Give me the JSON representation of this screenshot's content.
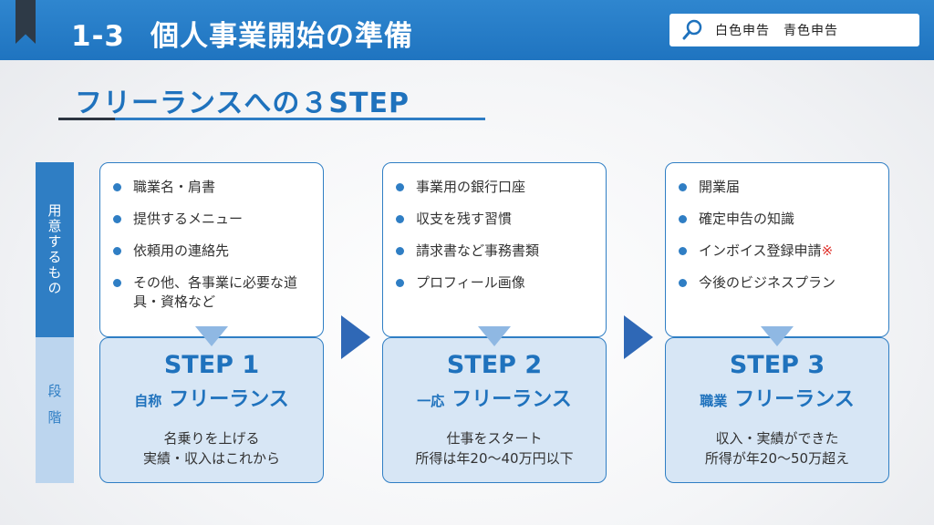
{
  "header": {
    "section_number": "1-3",
    "title": "個人事業開始の準備",
    "search_text": "白色申告　青色申告"
  },
  "subtitle": "フリーランスへの３STEP",
  "side_labels": {
    "prepare": "用意するもの",
    "stage": "段階"
  },
  "steps": [
    {
      "items": [
        "職業名・肩書",
        "提供するメニュー",
        "依頼用の連絡先",
        "その他、各事業に必要な道具・資格など"
      ],
      "title": "STEP 1",
      "sub_small": "自称",
      "sub_big": "フリーランス",
      "desc_line1": "名乗りを上げる",
      "desc_line2": "実績・収入はこれから"
    },
    {
      "items": [
        "事業用の銀行口座",
        "収支を残す習慣",
        "請求書など事務書類",
        "プロフィール画像"
      ],
      "title": "STEP 2",
      "sub_small": "一応",
      "sub_big": "フリーランス",
      "desc_line1": "仕事をスタート",
      "desc_line2": "所得は年20～40万円以下"
    },
    {
      "items": [
        "開業届",
        "確定申告の知識",
        "インボイス登録申請",
        "今後のビジネスプラン"
      ],
      "note_mark": "※",
      "title": "STEP 3",
      "sub_small": "職業",
      "sub_big": "フリーランス",
      "desc_line1": "収入・実績ができた",
      "desc_line2": "所得が年20～50万超え"
    }
  ],
  "colors": {
    "header_blue": "#1f74c0",
    "accent_blue": "#2f7ec4",
    "light_blue": "#d7e6f5",
    "arrow_blue": "#2f68b6",
    "note_red": "#e0312b"
  }
}
